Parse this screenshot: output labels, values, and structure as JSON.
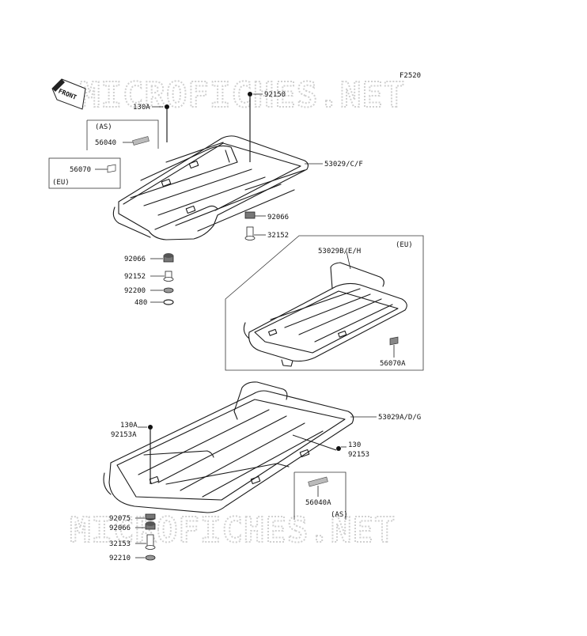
{
  "watermark": "MICROFICHES.NET",
  "figure_code": "F2520",
  "front_arrow": "FRONT",
  "labels": {
    "l130A_top": "130A",
    "l92150": "92150",
    "lAS_top": "(AS)",
    "l56040": "56040",
    "l56070": "56070",
    "lEU_left": "(EU)",
    "l53029CF": "53029/C/F",
    "l92066_right": "92066",
    "l32152": "32152",
    "l92066_left": "92066",
    "l92152": "92152",
    "l92200": "92200",
    "l480": "480",
    "l53029BEH": "53029B/E/H",
    "lEU_box": "(EU)",
    "l56070A": "56070A",
    "l53029ADG": "53029A/D/G",
    "l130A_mid": "130A",
    "l92153A": "92153A",
    "l130": "130",
    "l92153": "92153",
    "l56040A": "56040A",
    "lAS_bottom": "(AS)",
    "l92075": "92075",
    "l92066_bottom": "92066",
    "l32153": "32153",
    "l92210": "92210"
  }
}
